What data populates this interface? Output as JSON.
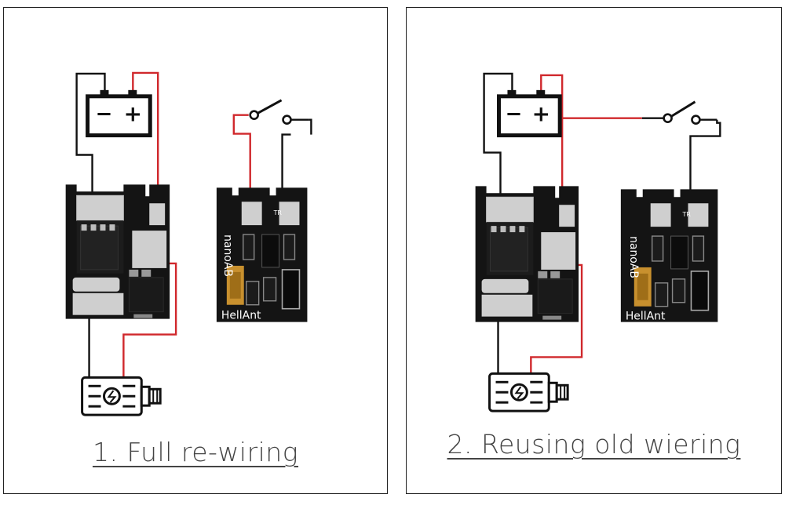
{
  "panels": [
    {
      "caption": "1. Full re-wiring",
      "board_text": {
        "model": "nanoAB",
        "brand": "HellAnt",
        "pin_label": "TR"
      }
    },
    {
      "caption": "2. Reusing old wiering",
      "board_text": {
        "model": "nanoAB",
        "brand": "HellAnt",
        "pin_label": "TR"
      }
    }
  ],
  "symbols": {
    "battery_minus": "−",
    "battery_plus": "+"
  },
  "colors": {
    "wire_red": "#d0282c",
    "wire_black": "#111111",
    "pcb": "#141414",
    "pad": "#c9c9c9"
  }
}
